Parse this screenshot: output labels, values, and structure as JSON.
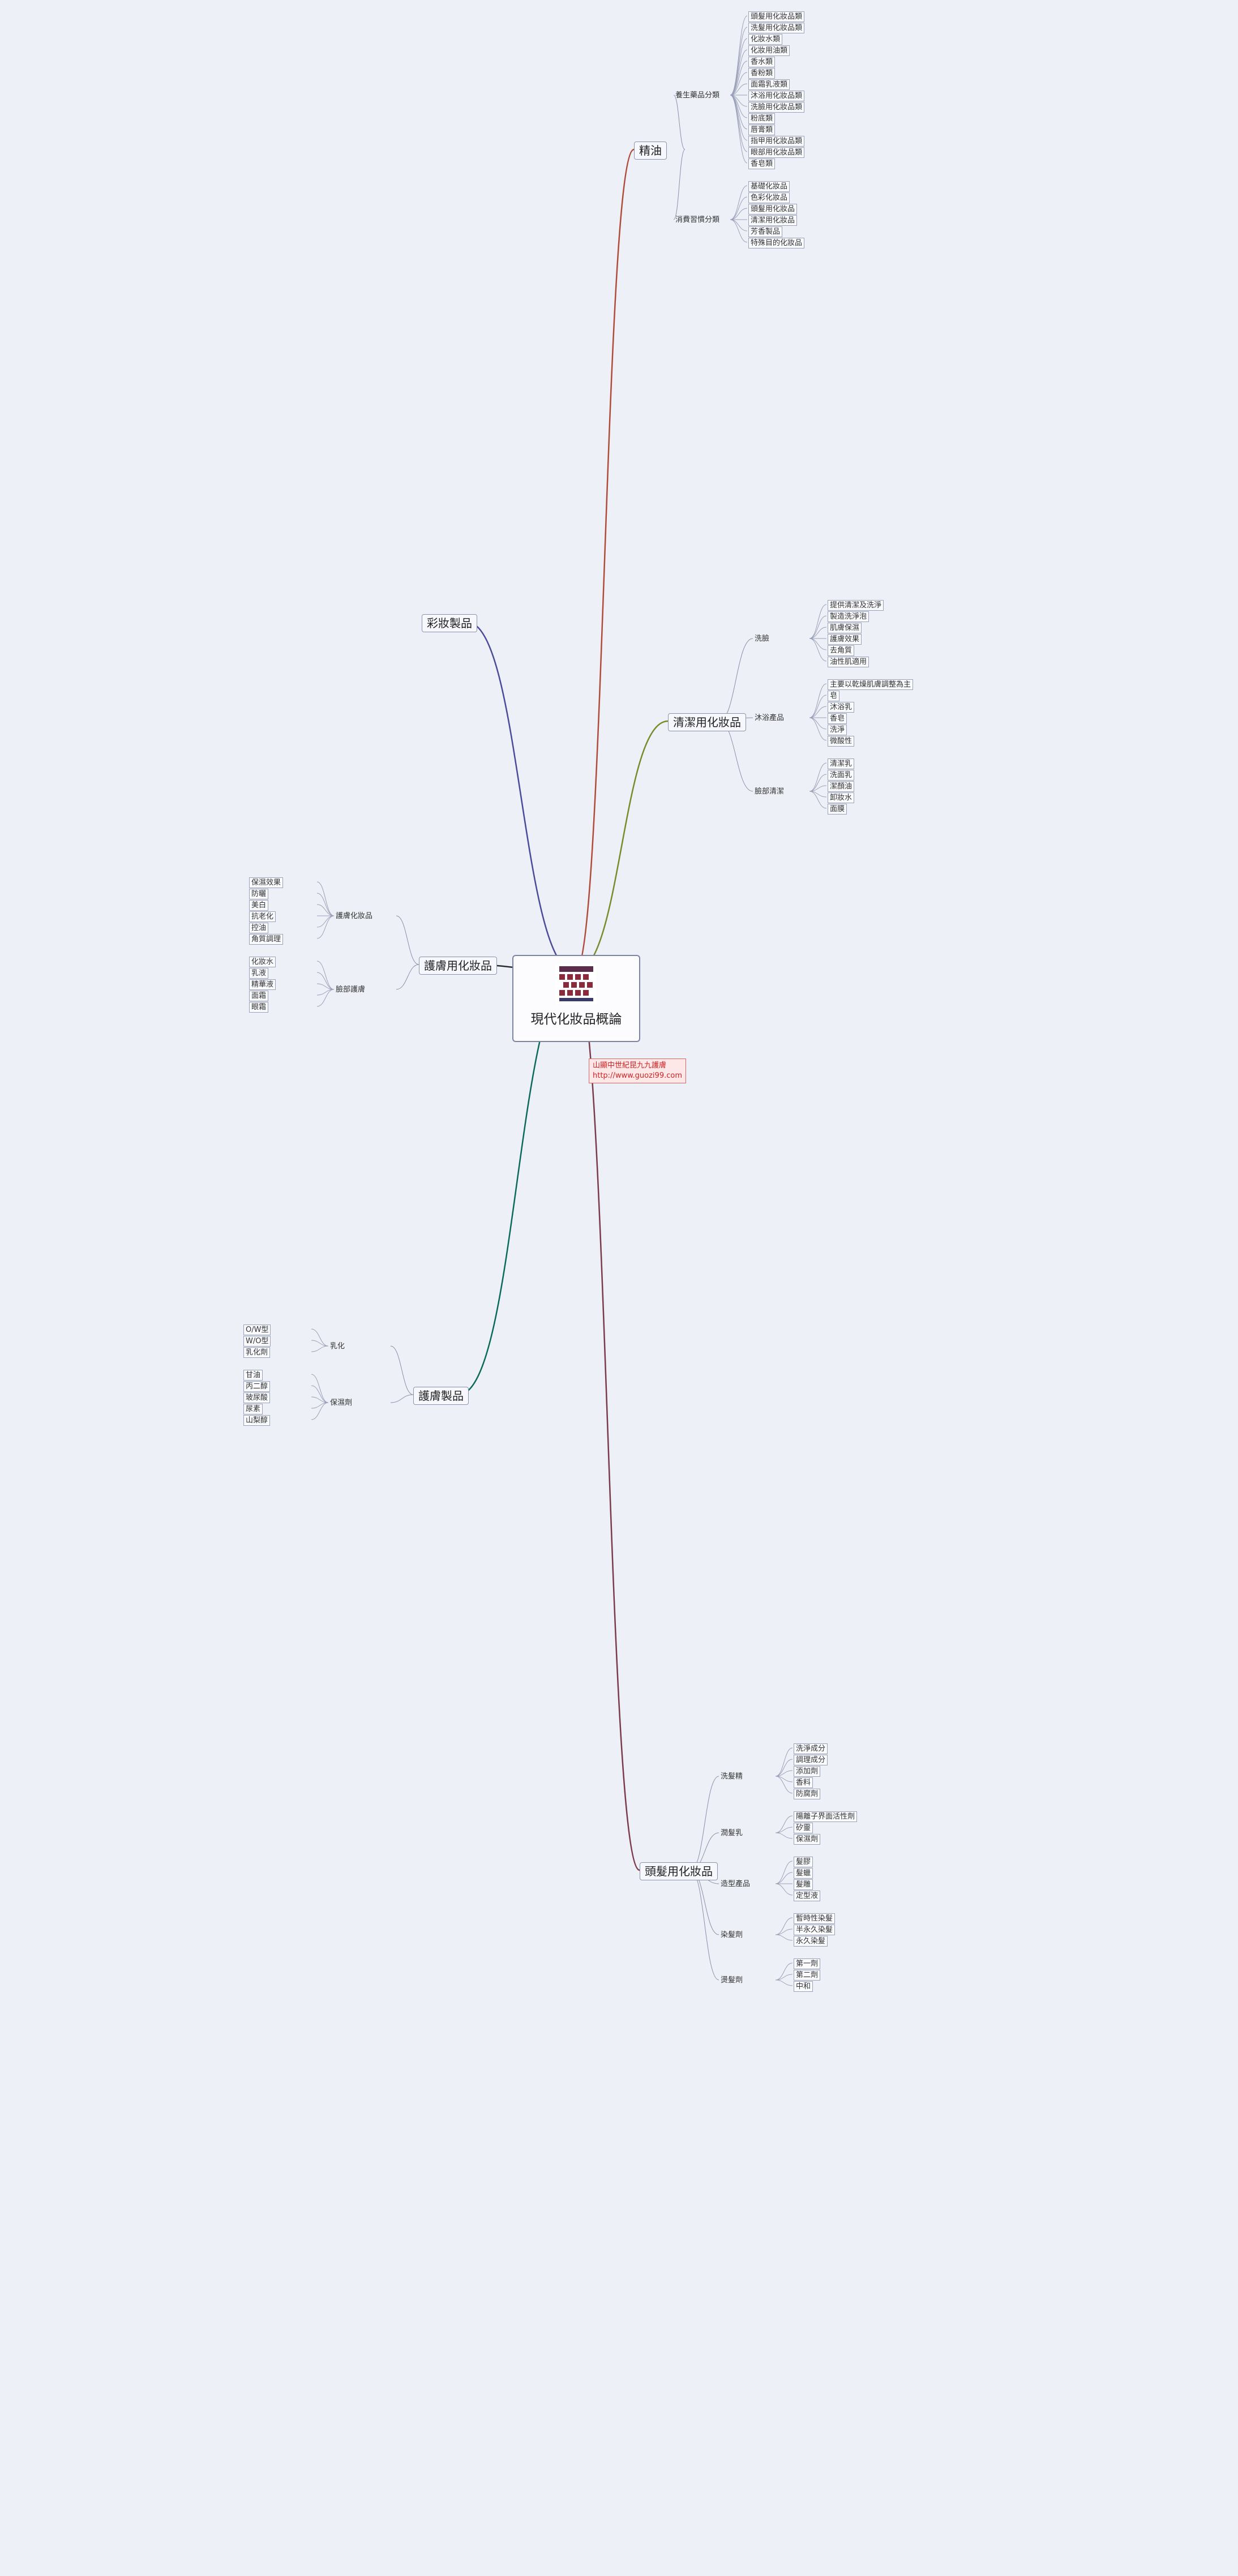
{
  "central": {
    "title": "現代化妝品概論"
  },
  "note": {
    "line1": "山顯中世紀昆九九護膚",
    "line2": "http://www.guozi99.com"
  },
  "branches": [
    {
      "label": "精油",
      "x": 0,
      "color": "#b04a3a",
      "groups": [
        {
          "label": "養生藥品分類",
          "items": [
            "頭髮用化妝品類",
            "洗髮用化妝品類",
            "化妝水類",
            "化妝用油類",
            "香水類",
            "香粉類",
            "面霜乳液類",
            "沐浴用化妝品類",
            "洗臉用化妝品類",
            "粉底類",
            "唇膏類",
            "指甲用化妝品類",
            "眼部用化妝品類",
            "香皂類"
          ]
        },
        {
          "label": "消費習慣分類",
          "items": [
            "基礎化妝品",
            "色彩化妝品",
            "頭髮用化妝品",
            "清潔用化妝品",
            "芳香製品",
            "特殊目的化妝品"
          ]
        }
      ]
    },
    {
      "label": "彩妝製品",
      "color": "#4a4a9a",
      "groups": []
    },
    {
      "label": "清潔用化妝品",
      "color": "#7a8a2a",
      "groups": [
        {
          "label": "洗臉",
          "items": [
            "提供清潔及洗淨",
            "製造洗淨泡",
            "肌膚保濕",
            "護膚效果",
            "去角質",
            "油性肌適用"
          ]
        },
        {
          "label": "沐浴產品",
          "items": [
            "主要以乾燥肌膚調整為主",
            "皂",
            "沐浴乳",
            "香皂",
            "洗淨",
            "微酸性"
          ]
        },
        {
          "label": "臉部清潔",
          "items": [
            "清潔乳",
            "洗面乳",
            "潔顏油",
            "卸妝水",
            "面膜"
          ]
        }
      ]
    },
    {
      "label": "護膚用化妝品",
      "color": "#2a2a2a",
      "groups": [
        {
          "label": "護膚化妝品",
          "items": [
            "保濕效果",
            "防曬",
            "美白",
            "抗老化",
            "控油",
            "角質調理"
          ]
        },
        {
          "label": "臉部護膚",
          "items": [
            "化妝水",
            "乳液",
            "精華液",
            "面霜",
            "眼霜"
          ]
        }
      ]
    },
    {
      "label": "護膚製品",
      "color": "#0a6a5a",
      "groups": [
        {
          "label": "乳化",
          "items": [
            "O/W型",
            "W/O型",
            "乳化劑"
          ]
        },
        {
          "label": "保濕劑",
          "items": [
            "甘油",
            "丙二醇",
            "玻尿酸",
            "尿素",
            "山梨醇"
          ]
        }
      ]
    },
    {
      "label": "頭髮用化妝品",
      "color": "#7a3a4a",
      "groups": [
        {
          "label": "洗髮精",
          "items": [
            "洗淨成分",
            "調理成分",
            "添加劑",
            "香料",
            "防腐劑"
          ]
        },
        {
          "label": "潤髮乳",
          "items": [
            "陽離子界面活性劑",
            "矽靈",
            "保濕劑"
          ]
        },
        {
          "label": "造型產品",
          "items": [
            "髮膠",
            "髮蠟",
            "髮雕",
            "定型液"
          ]
        },
        {
          "label": "染髮劑",
          "items": [
            "暫時性染髮",
            "半永久染髮",
            "永久染髮"
          ]
        },
        {
          "label": "燙髮劑",
          "items": [
            "第一劑",
            "第二劑",
            "中和"
          ]
        }
      ]
    }
  ]
}
